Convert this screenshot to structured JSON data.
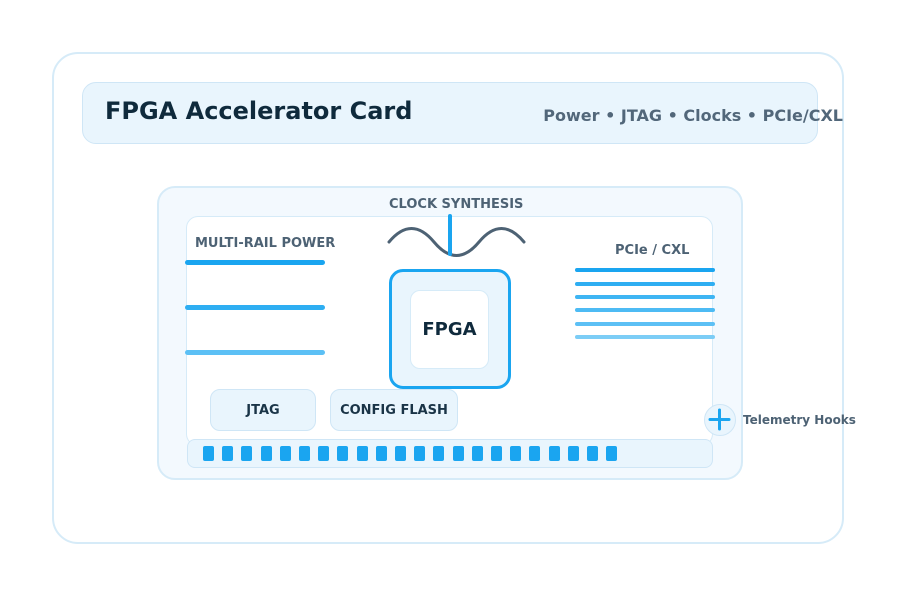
{
  "header": {
    "title": "FPGA Accelerator Card",
    "subtitle": "Power • JTAG • Clocks • PCIe/CXL"
  },
  "board": {
    "clock_label": "CLOCK SYNTHESIS",
    "power_label": "MULTI-RAIL POWER",
    "pcie_label": "PCIe / CXL",
    "fpga_label": "FPGA",
    "jtag_label": "JTAG",
    "flash_label": "CONFIG FLASH",
    "telemetry_label": "Telemetry Hooks",
    "telemetry_icon": "plus-icon"
  },
  "colors": {
    "accent": "#1aa5f0",
    "accent_light": "#5cc0f5",
    "accent_lighter": "#7ccdf6",
    "wave": "#4d6274",
    "border": "#d6ebf8",
    "panel": "#e9f5fd",
    "text_dark": "#0f2a3c",
    "text_muted": "#52677a"
  }
}
